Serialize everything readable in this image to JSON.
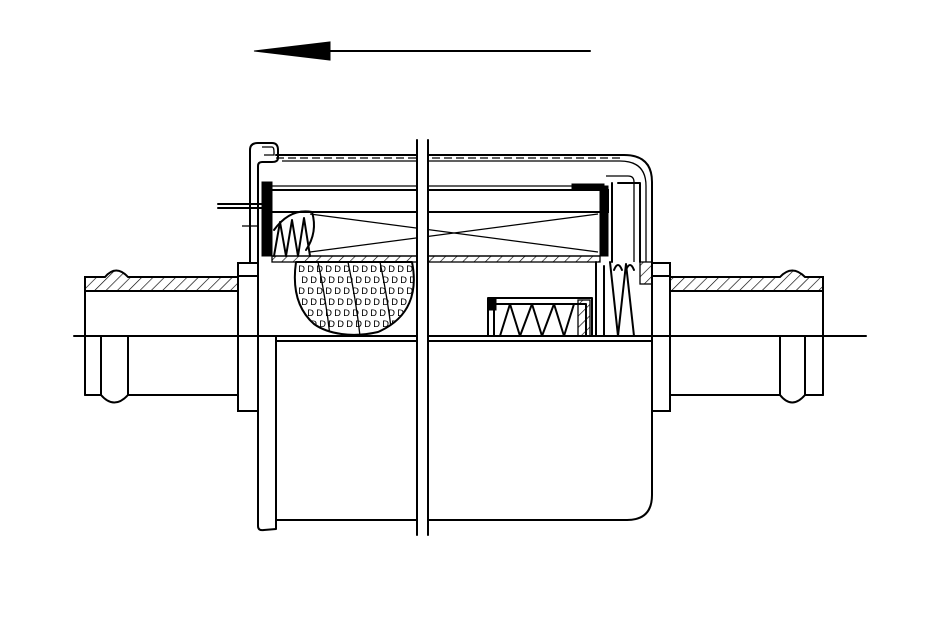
{
  "drawing": {
    "type": "technical-cross-section",
    "subject": "inline-filter-housing",
    "stroke_color": "#000000",
    "background_color": "#ffffff",
    "flow_direction": "left",
    "symmetric_lower_half_shown": true,
    "break_lines_count": 2,
    "icons": [
      "flow-direction-arrow-icon",
      "spring-coil-icon",
      "filter-media-icon"
    ]
  }
}
